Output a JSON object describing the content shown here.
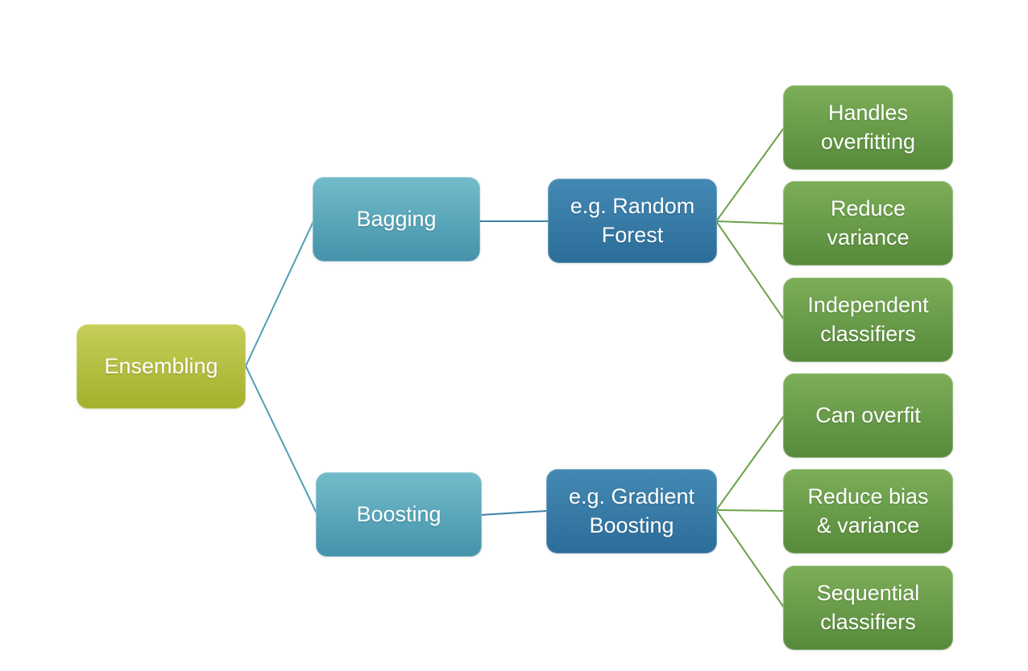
{
  "diagram": {
    "root": {
      "label": "Ensembling"
    },
    "branches": [
      {
        "label": "Bagging",
        "example": "e.g. Random\nForest",
        "leaves": [
          "Handles\noverfitting",
          "Reduce\nvariance",
          "Independent\nclassifiers"
        ]
      },
      {
        "label": "Boosting",
        "example": "e.g. Gradient\nBoosting",
        "leaves": [
          "Can overfit",
          "Reduce bias\n& variance",
          "Sequential\nclassifiers"
        ]
      }
    ]
  },
  "colors": {
    "background": "#ffffff",
    "text": "#ffffff",
    "root_top": "#c6ce58",
    "root_bottom": "#a4b02d",
    "branch_top": "#72bcca",
    "branch_bottom": "#4492aa",
    "example_top": "#4389b3",
    "example_bottom": "#2c6d9a",
    "leaf_top": "#7dae59",
    "leaf_bottom": "#568a3a",
    "line_teal": "#4aa0b6",
    "line_blue": "#3c80a8",
    "line_green": "#69a449"
  }
}
